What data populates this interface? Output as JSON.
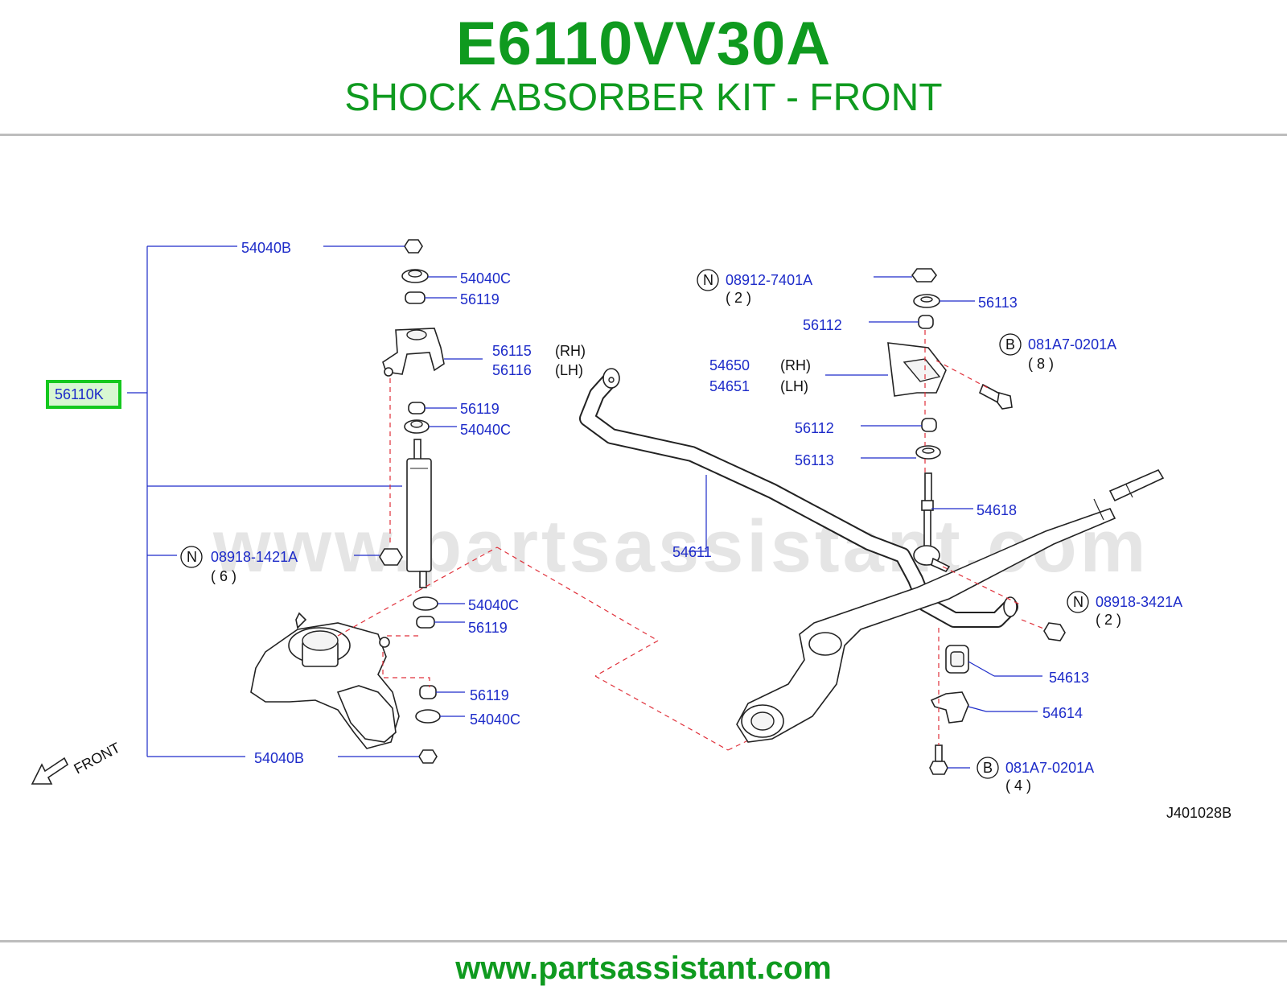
{
  "header": {
    "part_code": "E6110VV30A",
    "title": "SHOCK ABSORBER KIT - FRONT"
  },
  "diagram": {
    "kit_callout": "56110K",
    "highlight_color": "#14c81e",
    "label_color": "#1d2bc9",
    "watermark": "www.partsassistant.com",
    "front_label": "FRONT",
    "figure_id": "J401028B",
    "callouts": {
      "c54040b_top": "54040B",
      "c54040c_1": "54040C",
      "c56119_1": "56119",
      "c56115": "56115",
      "c56116": "56116",
      "c56119_2": "56119",
      "c54040c_2": "54040C",
      "c08918_1421a": "08918-1421A",
      "c54040c_3": "54040C",
      "c56119_3": "56119",
      "c56119_4": "56119",
      "c54040c_4": "54040C",
      "c54040b_bottom": "54040B",
      "c08912_7401a": "08912-7401A",
      "c56113_1": "56113",
      "c56112_1": "56112",
      "c081a7_0201a_1": "081A7-0201A",
      "c54650": "54650",
      "c54651": "54651",
      "c56112_2": "56112",
      "c56113_2": "56113",
      "c54618": "54618",
      "c54611": "54611",
      "c08918_3421a": "08918-3421A",
      "c54613": "54613",
      "c54614": "54614",
      "c081a7_0201a_2": "081A7-0201A"
    },
    "notes": {
      "rh_1": "(RH)",
      "lh_1": "(LH)",
      "rh_2": "(RH)",
      "lh_2": "(LH)",
      "qty_6": "( 6 )",
      "qty_2a": "( 2 )",
      "qty_8": "( 8 )",
      "qty_2b": "( 2 )",
      "qty_4": "( 4 )"
    },
    "symbols": {
      "n1": "N",
      "n2": "N",
      "n3": "N",
      "b1": "B",
      "b2": "B"
    }
  },
  "footer": {
    "url": "www.partsassistant.com"
  }
}
